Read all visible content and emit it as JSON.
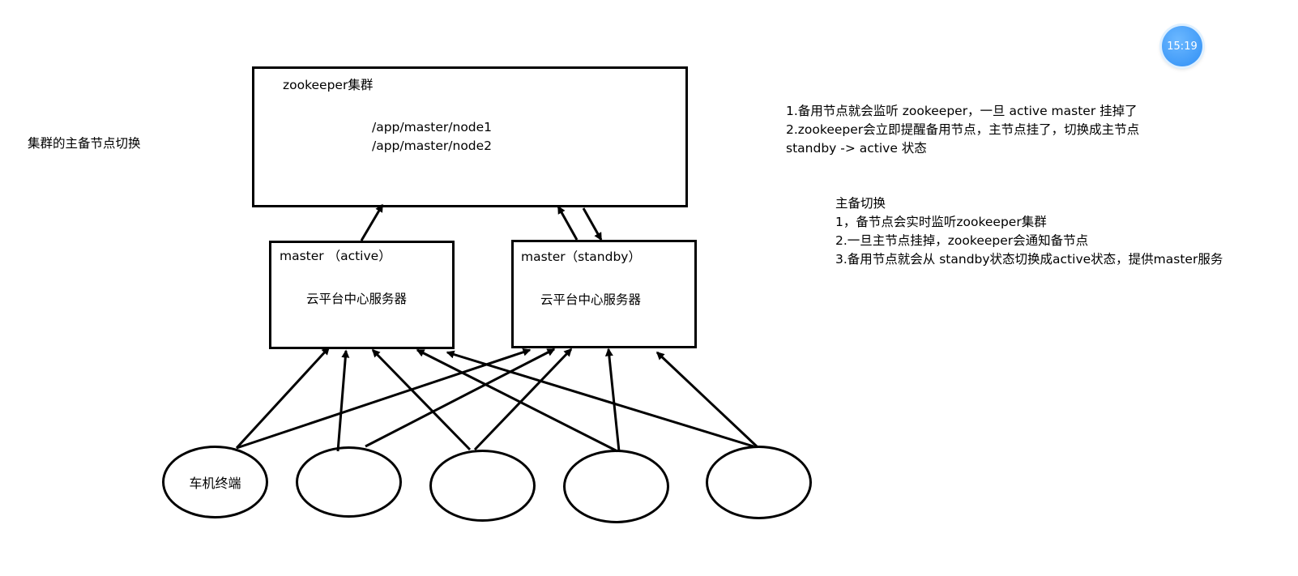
{
  "page_title": "集群的主备节点切换",
  "clock": {
    "time": "15:19"
  },
  "zookeeper": {
    "title": "zookeeper集群",
    "nodes": [
      "/app/master/node1",
      "/app/master/node2"
    ]
  },
  "masters": [
    {
      "label": "master （active）",
      "desc": "云平台中心服务器"
    },
    {
      "label": "master（standby）",
      "desc": "云平台中心服务器"
    }
  ],
  "terminals": [
    "车机终端",
    "",
    "",
    "",
    ""
  ],
  "notes": {
    "block1": [
      "1.备用节点就会监听 zookeeper，一旦 active master 挂掉了",
      "2.zookeeper会立即提醒备用节点，主节点挂了，切换成主节点",
      "standby -> active 状态"
    ],
    "block2": [
      "主备切换",
      "1，备节点会实时监听zookeeper集群",
      "2.一旦主节点挂掉，zookeeper会通知备节点",
      "3.备用节点就会从 standby状态切换成active状态，提供master服务"
    ]
  },
  "colors": {
    "stroke": "#000000",
    "clock_bg": "#3a96f7"
  }
}
